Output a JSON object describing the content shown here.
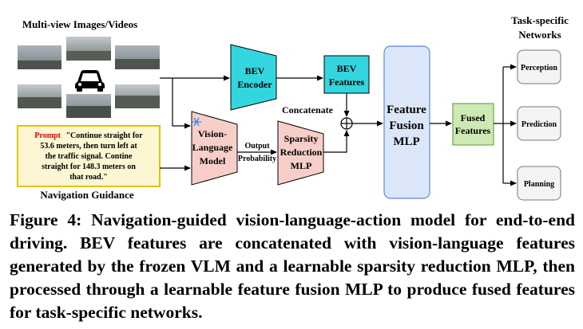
{
  "diagram": {
    "inputs": {
      "images_title": "Multi-view Images/Videos",
      "prompt_label": "Prompt",
      "prompt_lines": [
        "\"Continue straight for",
        "53.6 meters, then turn left at",
        "the traffic signal. Contine",
        "straight for 148.3 meters on",
        "that road.\""
      ],
      "nav_title": "Navigation Guidance"
    },
    "modules": {
      "bev_encoder": [
        "BEV",
        "Encoder"
      ],
      "bev_features": [
        "BEV",
        "Features"
      ],
      "vlm": [
        "Vision-",
        "Language",
        "Model"
      ],
      "output_probability": [
        "Output",
        "Probability"
      ],
      "sparsity_mlp": [
        "Sparsity",
        "Reduction",
        "MLP"
      ],
      "concatenate": "Concatenate",
      "fusion_mlp": [
        "Feature",
        "Fusion",
        "MLP"
      ],
      "fused_features": [
        "Fused",
        "Features"
      ]
    },
    "task_title": [
      "Task-specific",
      "Networks"
    ],
    "tasks": [
      "Perception",
      "Prediction",
      "Planning"
    ]
  },
  "caption": "Figure 4: Navigation-guided vision-language-action model for end-to-end driving. BEV features are concatenated with vision-language features generated by the frozen VLM and a learnable sparsity reduction MLP, then processed through a learnable feature fusion MLP to produce fused features for task-specific networks.",
  "colors": {
    "cyan": "#33d6de",
    "pink": "#f7cfc8",
    "blue": "#dbe7f9",
    "green": "#cde9b4",
    "prompt_bg": "#fcf6d2",
    "prompt_border": "#e6c200",
    "prompt_label": "#e00000"
  }
}
